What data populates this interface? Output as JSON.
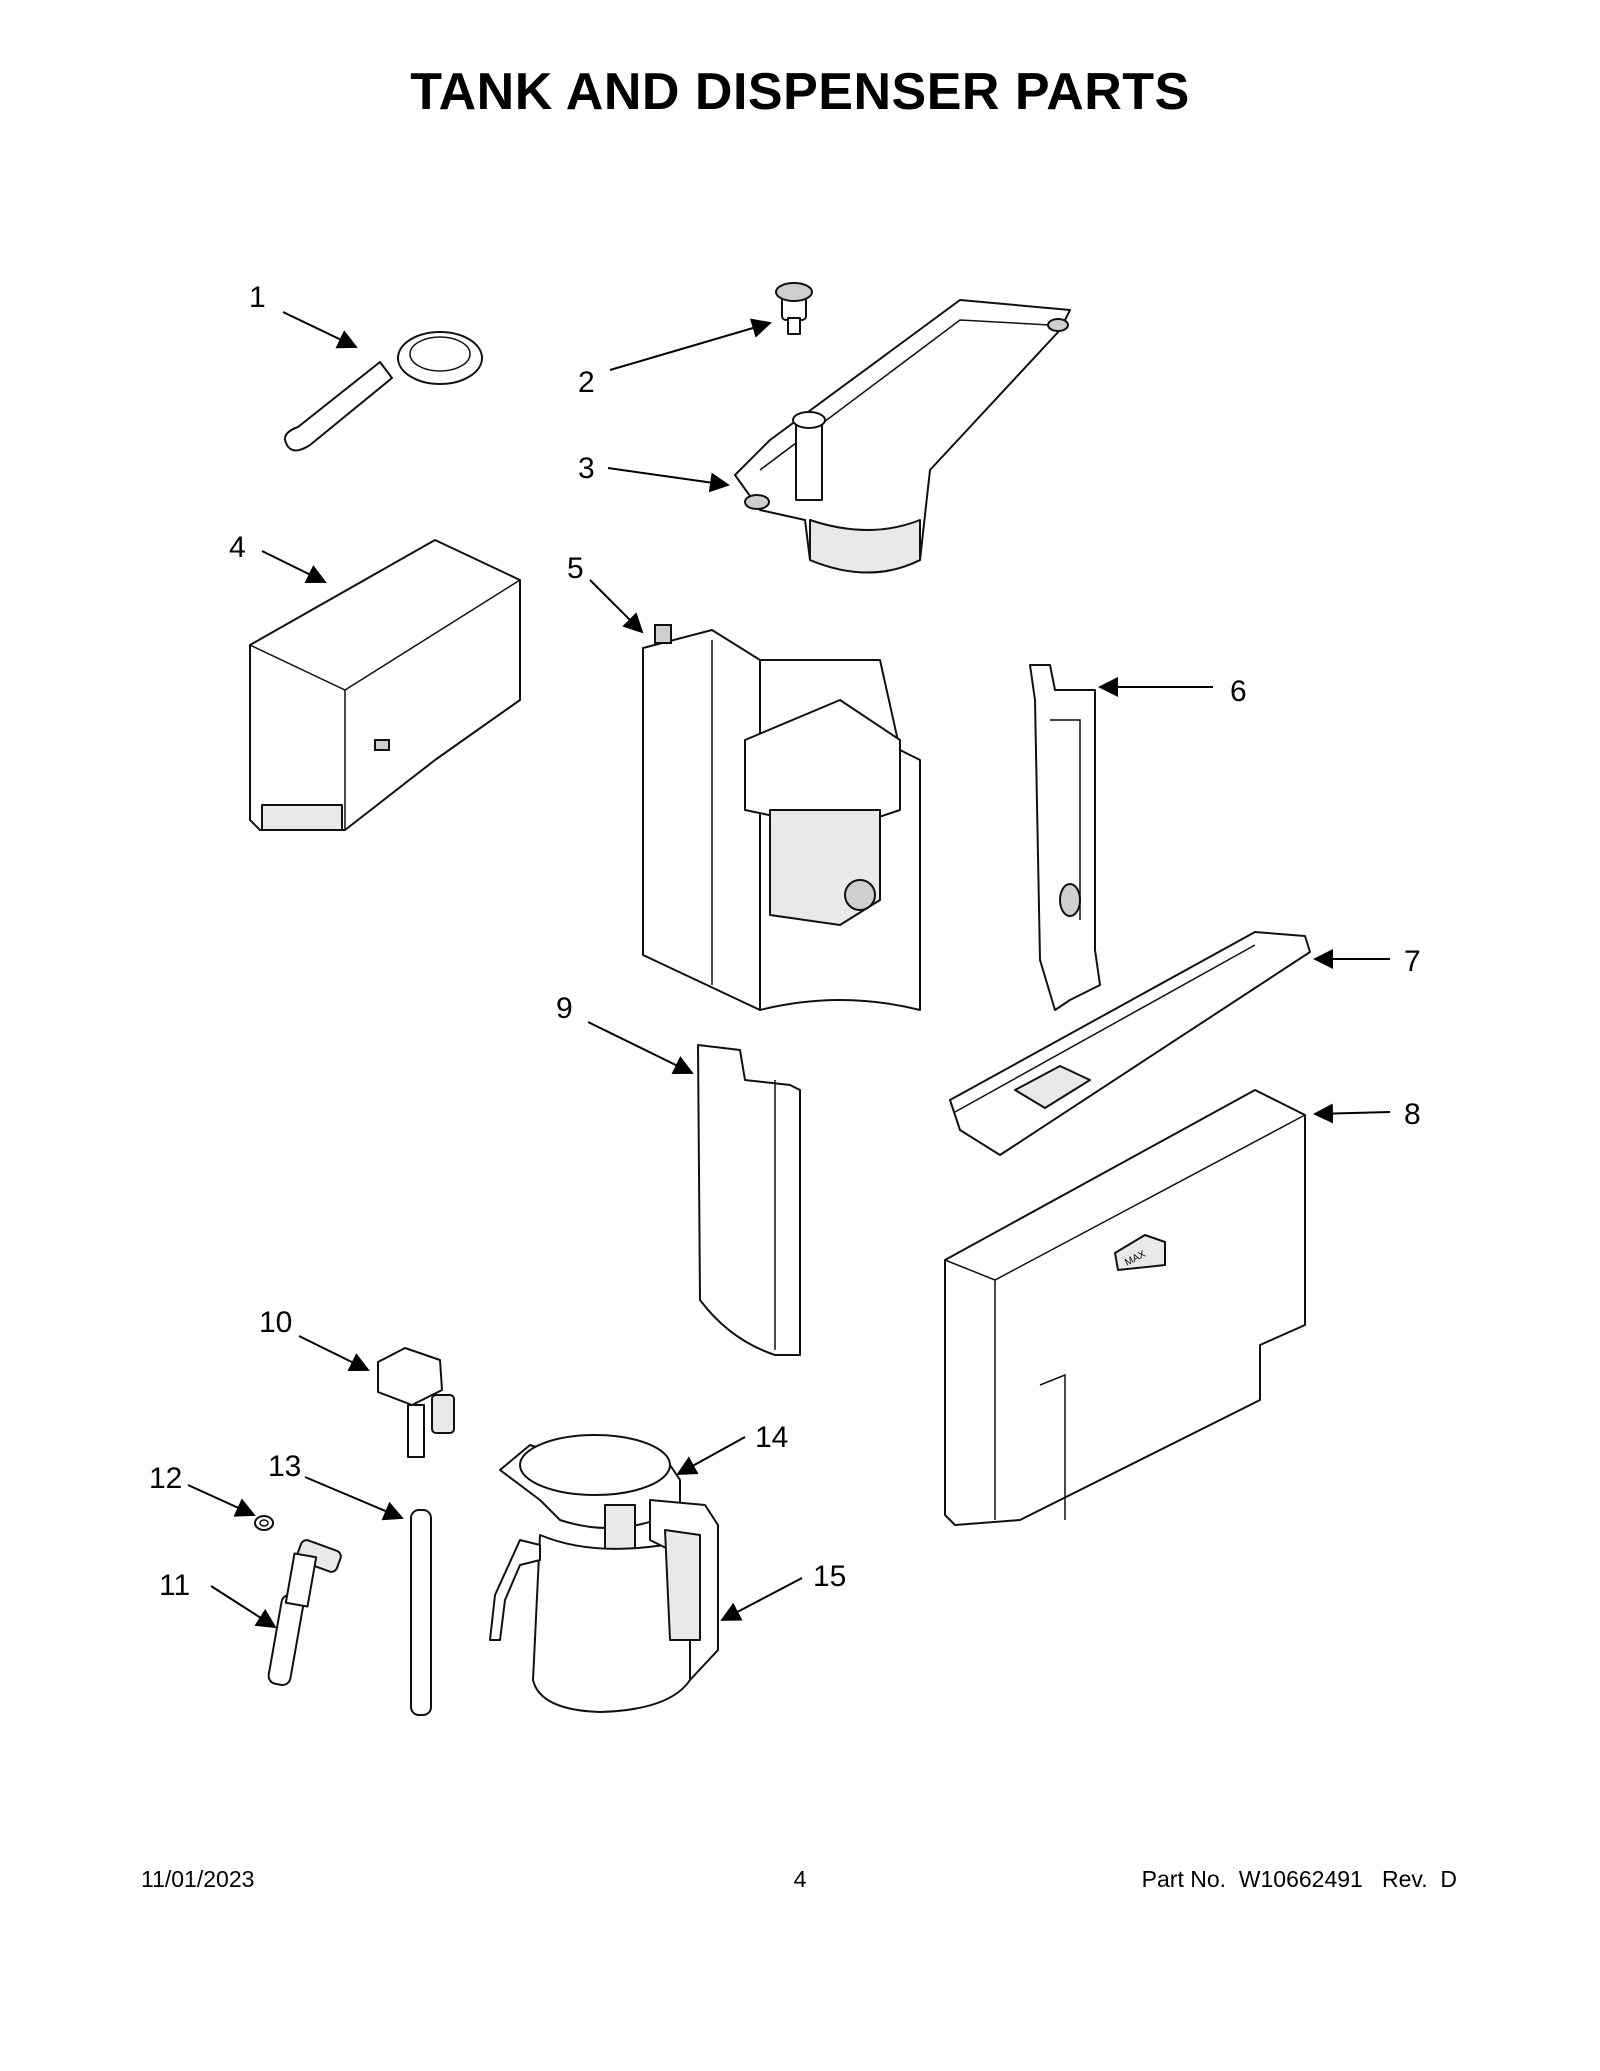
{
  "page": {
    "title": "TANK AND DISPENSER PARTS"
  },
  "callouts": [
    {
      "id": "1",
      "label": "1"
    },
    {
      "id": "2",
      "label": "2"
    },
    {
      "id": "3",
      "label": "3"
    },
    {
      "id": "4",
      "label": "4"
    },
    {
      "id": "5",
      "label": "5"
    },
    {
      "id": "6",
      "label": "6"
    },
    {
      "id": "7",
      "label": "7"
    },
    {
      "id": "8",
      "label": "8"
    },
    {
      "id": "9",
      "label": "9"
    },
    {
      "id": "10",
      "label": "10"
    },
    {
      "id": "11",
      "label": "11"
    },
    {
      "id": "12",
      "label": "12"
    },
    {
      "id": "13",
      "label": "13"
    },
    {
      "id": "14",
      "label": "14"
    },
    {
      "id": "15",
      "label": "15"
    }
  ],
  "part_marking": {
    "tank_max": "MAX"
  },
  "footer": {
    "date": "11/01/2023",
    "page_number": "4",
    "part_number": "Part No.  W10662491   Rev.  D"
  }
}
